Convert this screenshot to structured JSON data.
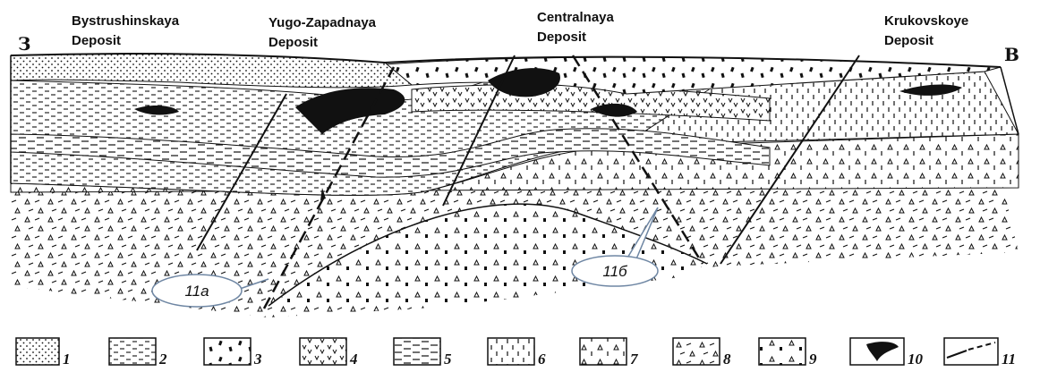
{
  "section": {
    "direction_west": "З",
    "direction_east": "В",
    "deposits": [
      {
        "line1": "Bystrushinskaya",
        "line2": "Deposit"
      },
      {
        "line1": "Yugo-Zapadnaya",
        "line2": "Deposit"
      },
      {
        "line1": "Centralnaya",
        "line2": "Deposit"
      },
      {
        "line1": "Krukovskoye",
        "line2": "Deposit"
      }
    ],
    "callouts": [
      "11а",
      "11б"
    ]
  },
  "legend": {
    "items": [
      {
        "number": "1",
        "pattern": "dots-sandstone"
      },
      {
        "number": "2",
        "pattern": "dashes-siltstone"
      },
      {
        "number": "3",
        "pattern": "scattered-blocks"
      },
      {
        "number": "4",
        "pattern": "v-marks-volcanics"
      },
      {
        "number": "5",
        "pattern": "long-dashes"
      },
      {
        "number": "6",
        "pattern": "vertical-ticks"
      },
      {
        "number": "7",
        "pattern": "triangles-and-ticks"
      },
      {
        "number": "8",
        "pattern": "triangles-and-dashes"
      },
      {
        "number": "9",
        "pattern": "triangles-and-blocks"
      },
      {
        "number": "10",
        "pattern": "ore-body-solid"
      },
      {
        "number": "11",
        "pattern": "fault-lines"
      }
    ]
  },
  "colors": {
    "ink": "#111111",
    "paper": "#ffffff",
    "callout_stroke": "#6e86a3"
  }
}
